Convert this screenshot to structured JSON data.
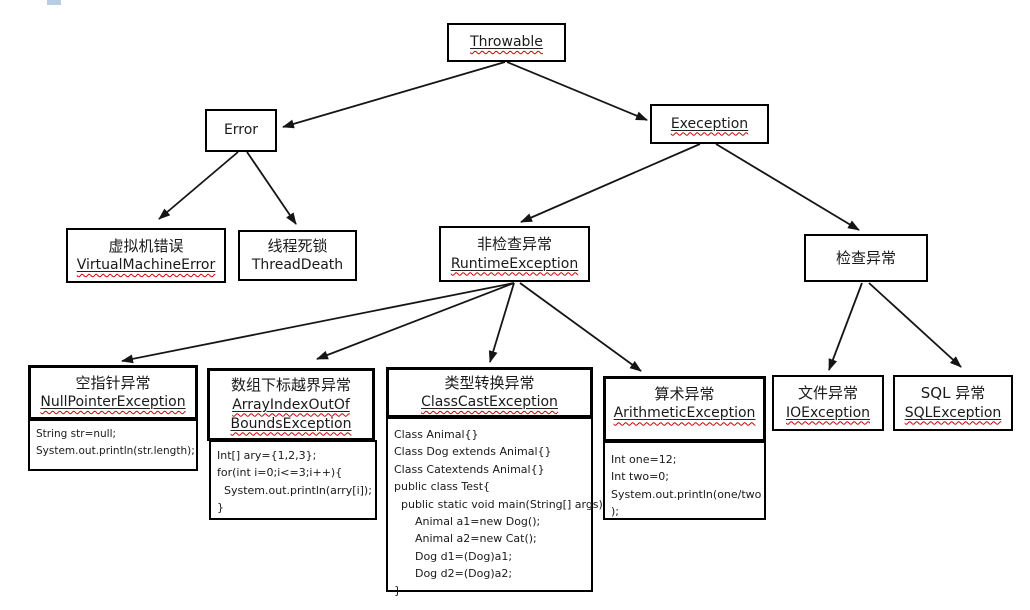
{
  "colors": {
    "box_border": "#000000",
    "underline": "#222222",
    "spellcheck_wavy": "#cc0000",
    "background": "#ffffff",
    "top_fragment_blue": "#b8cce4"
  },
  "nodes": {
    "throwable": {
      "en": "Throwable"
    },
    "error": {
      "en": "Error"
    },
    "exeception": {
      "en": "Exeception"
    },
    "vm_error": {
      "zh": "虚拟机错误",
      "en": "VirtualMachineError"
    },
    "thread_death": {
      "zh": "线程死锁",
      "en": "ThreadDeath"
    },
    "runtime": {
      "zh": "非检查异常",
      "en": "RuntimeException"
    },
    "checked": {
      "zh": "检查异常"
    },
    "nullpointer": {
      "zh": "空指针异常",
      "en": "NullPointerException",
      "code": [
        "String str=null;",
        "System.out.println(str.length);"
      ]
    },
    "array": {
      "zh": "数组下标越界异常",
      "en1": "ArrayIndexOutOf",
      "en2": "BoundsException",
      "code": [
        "Int[] ary={1,2,3};",
        "for(int i=0;i<=3;i++){",
        "  System.out.println(arry[i]);",
        "}"
      ]
    },
    "classcast": {
      "zh": "类型转换异常",
      "en": "ClassCastException",
      "code": [
        "Class Animal{}",
        "Class Dog extends Animal{}",
        "Class Catextends Animal{}",
        "public class Test{",
        "  public static void main(String[] args){",
        "      Animal a1=new Dog();",
        "      Animal a2=new Cat();",
        "      Dog d1=(Dog)a1;",
        "      Dog d2=(Dog)a2;",
        "}"
      ]
    },
    "arithmetic": {
      "zh": "算术异常",
      "en": "ArithmeticException",
      "code": [
        "Int one=12;",
        "Int two=0;",
        "System.out.println(one/two",
        ");"
      ]
    },
    "io": {
      "zh": "文件异常",
      "en": "IOException"
    },
    "sql": {
      "zh": "SQL 异常",
      "en": "SQLException"
    }
  },
  "edges": [
    {
      "from": "Throwable",
      "to": "Error"
    },
    {
      "from": "Throwable",
      "to": "Exeception"
    },
    {
      "from": "Error",
      "to": "VirtualMachineError"
    },
    {
      "from": "Error",
      "to": "ThreadDeath"
    },
    {
      "from": "Exeception",
      "to": "RuntimeException"
    },
    {
      "from": "Exeception",
      "to": "检查异常"
    },
    {
      "from": "RuntimeException",
      "to": "NullPointerException"
    },
    {
      "from": "RuntimeException",
      "to": "ArrayIndexOutOfBoundsException"
    },
    {
      "from": "RuntimeException",
      "to": "ClassCastException"
    },
    {
      "from": "RuntimeException",
      "to": "ArithmeticException"
    },
    {
      "from": "检查异常",
      "to": "IOException"
    },
    {
      "from": "检查异常",
      "to": "SQLException"
    }
  ]
}
